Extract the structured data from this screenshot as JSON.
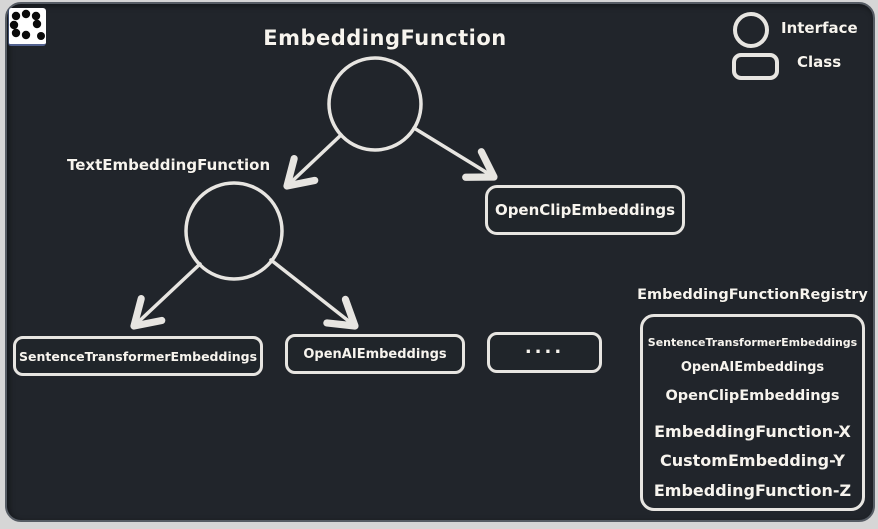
{
  "colors": {
    "outer_background": "#d6d6d6",
    "panel_background": "#21252b",
    "shape_stroke": "#e7e5e1",
    "text": "#f7f4ee",
    "logo_background": "#ffffff",
    "logo_dots": "#0a0a0a"
  },
  "header": {
    "title": "EmbeddingFunction"
  },
  "legend": {
    "interface_label": "Interface",
    "class_label": "Class"
  },
  "tree": {
    "text_embedding_function_label": "TextEmbeddingFunction",
    "open_clip_box": "OpenClipEmbeddings",
    "sentence_transformer_box": "SentenceTransformerEmbeddings",
    "openai_box": "OpenAIEmbeddings",
    "ellipsis_box": "...."
  },
  "registry": {
    "title": "EmbeddingFunctionRegistry",
    "items": [
      "SentenceTransformerEmbeddings",
      "OpenAIEmbeddings",
      "OpenClipEmbeddings",
      "EmbeddingFunction-X",
      "CustomEmbedding-Y",
      "EmbeddingFunction-Z"
    ]
  }
}
